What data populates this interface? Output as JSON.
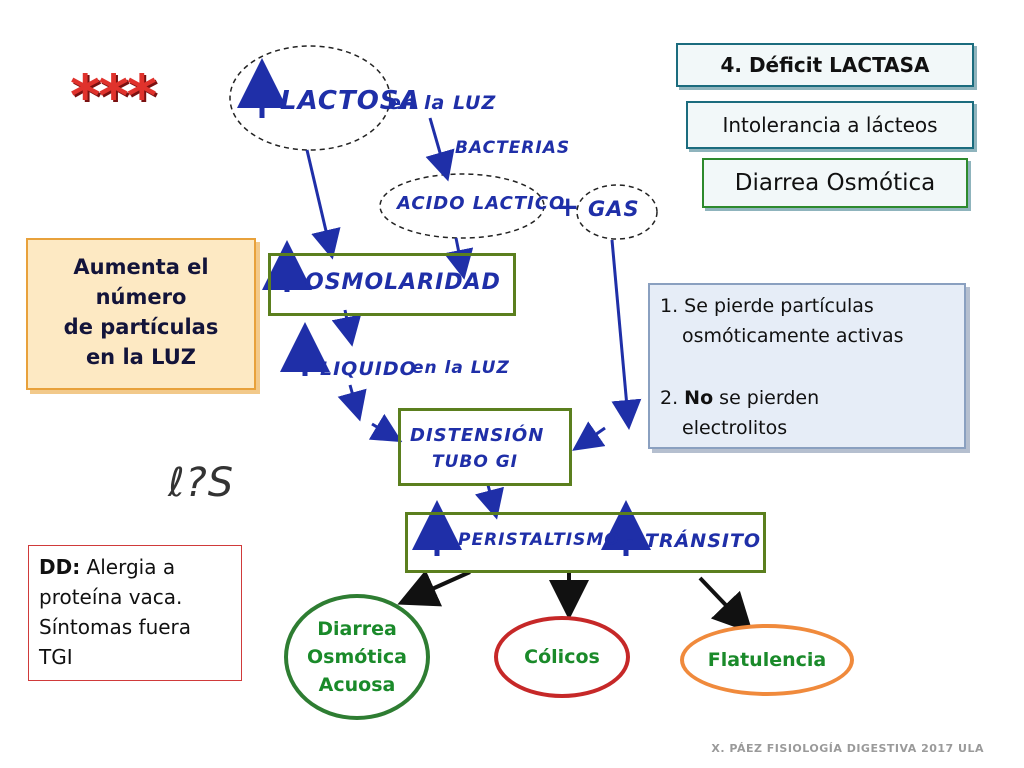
{
  "stars": "***",
  "tags": {
    "deficit": "4. Déficit LACTASA",
    "intolerance": "Intolerancia a lácteos",
    "diarrhea_type": "Diarrea Osmótica"
  },
  "handwritten": {
    "lactosa": "LACTOSA",
    "en_la_luz": "en la LUZ",
    "bacterias": "BACTERIAS",
    "acido_lactico": "ACIDO LACTICO",
    "plus": "+",
    "gas": "GAS",
    "osmolaridad": "OSMOLARIDAD",
    "liquido": "LIQUIDO",
    "en_la_luz_2": "en la LUZ",
    "distension": "DISTENSIÓN",
    "tubo_gi": "TUBO GI",
    "peristaltismo": "PERISTALTISMO -",
    "transito": "TRÁNSITO",
    "scribble": "ℓ?S"
  },
  "orange_box": {
    "line1": "Aumenta el",
    "line2": "número",
    "line3": "de partículas",
    "line4": "en la LUZ"
  },
  "blue_box": {
    "item1_line1": "1. Se pierde partículas",
    "item1_line2": "osmóticamente activas",
    "item2_prefix": "2. ",
    "item2_bold": "No",
    "item2_rest": " se pierden",
    "item2_line2": "electrolitos"
  },
  "dd_box": {
    "label": "DD:",
    "line1_rest": " Alergia a",
    "line2": "proteína vaca.",
    "line3": "Síntomas fuera",
    "line4": "TGI"
  },
  "outcomes": {
    "diarrea_line1": "Diarrea",
    "diarrea_line2": "Osmótica",
    "diarrea_line3": "Acuosa",
    "colicos": "Cólicos",
    "flatulencia": "Flatulencia"
  },
  "footer": "X. PÁEZ   FISIOLOGÍA DIGESTIVA 2017  ULA",
  "colors": {
    "marker_blue": "#1f2fa8",
    "box_green": "#5b7f1e",
    "red": "#e0322c",
    "orange": "#e8a13b",
    "oval_green": "#2e7d32",
    "oval_red": "#c62828",
    "oval_orange": "#f08a3c"
  }
}
